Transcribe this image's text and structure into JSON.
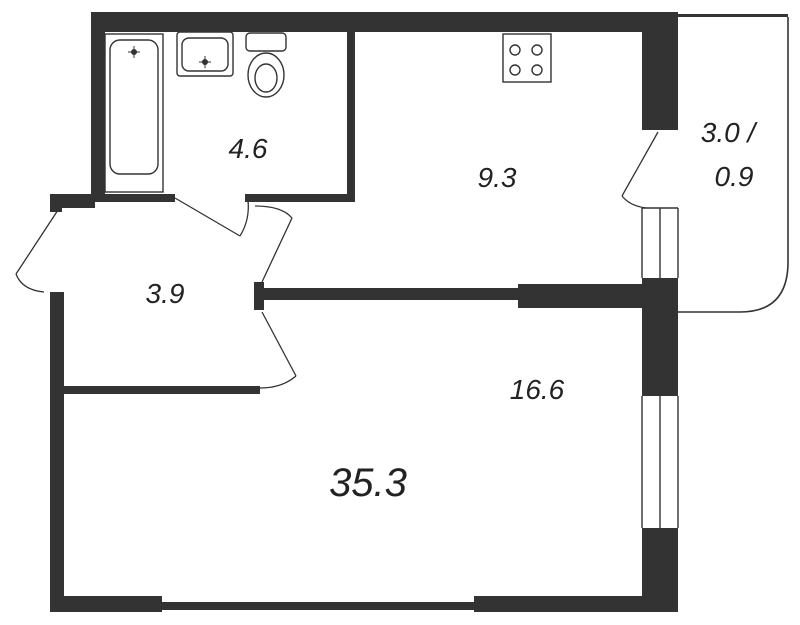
{
  "plan": {
    "total_area": "35.3",
    "rooms": {
      "bathroom": "4.6",
      "kitchen": "9.3",
      "balcony_line1": "3.0 /",
      "balcony_line2": "0.9",
      "hall": "3.9",
      "living": "16.6"
    },
    "colors": {
      "wall": "#333333",
      "background": "#ffffff"
    },
    "icons": [
      "bathtub-icon",
      "sink-icon",
      "toilet-icon",
      "stove-icon"
    ]
  }
}
